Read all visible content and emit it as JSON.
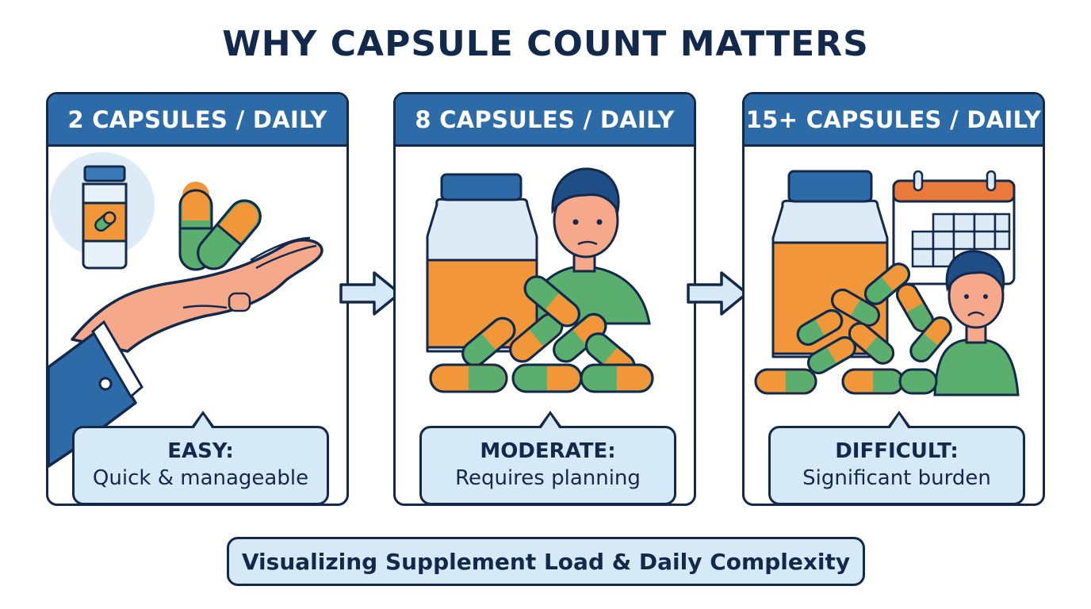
{
  "title": "WHY CAPSULE COUNT MATTERS",
  "colors": {
    "navy": "#13294b",
    "header_blue": "#2d6aa8",
    "light_blue": "#d6e9f7",
    "orange": "#f2963a",
    "green": "#5aae6e",
    "skin": "#f5a98a"
  },
  "panels": [
    {
      "header": "2 CAPSULES / DAILY",
      "level": "EASY:",
      "description": "Quick & manageable",
      "illustration": "hand-holding-two-capsules-with-small-bottle"
    },
    {
      "header": "8 CAPSULES / DAILY",
      "level": "MODERATE:",
      "description": "Requires planning",
      "illustration": "bottle-capsule-pile-concerned-person"
    },
    {
      "header": "15+ CAPSULES / DAILY",
      "level": "DIFFICULT:",
      "description": "Significant burden",
      "illustration": "large-bottle-capsule-heap-calendar-worried-person"
    }
  ],
  "arrows": [
    "arrow-right-icon",
    "arrow-right-icon"
  ],
  "footer": "Visualizing Supplement Load & Daily Complexity"
}
